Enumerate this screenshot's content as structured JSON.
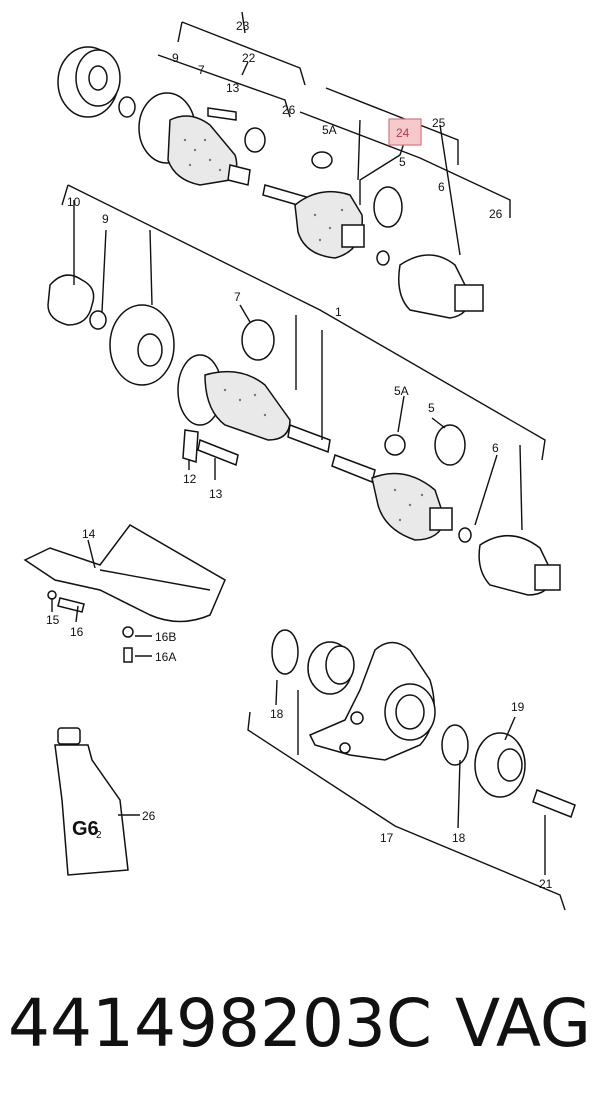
{
  "labels": {
    "l23": "23",
    "l22": "22",
    "l9a": "9",
    "l7a": "7",
    "l13a": "13",
    "l26a": "26",
    "l5Aa": "5A",
    "l24": "24",
    "l25": "25",
    "l5a": "5",
    "l6a": "6",
    "l26b": "26",
    "l10": "10",
    "l9b": "9",
    "l7b": "7",
    "l1": "1",
    "l5Ab": "5A",
    "l5b": "5",
    "l6b": "6",
    "l12": "12",
    "l13b": "13",
    "l14": "14",
    "l15": "15",
    "l16": "16",
    "l16B": "16B",
    "l16A": "16A",
    "l18a": "18",
    "l19": "19",
    "l18b": "18",
    "l17": "17",
    "l21": "21",
    "l26c": "26"
  },
  "tube_text": "G6",
  "tube_sub": "2",
  "footer": {
    "part_number": "441498203C",
    "brand": "VAG"
  },
  "colors": {
    "highlight": "#f6c9cc",
    "highlight_border": "#d9777f"
  }
}
